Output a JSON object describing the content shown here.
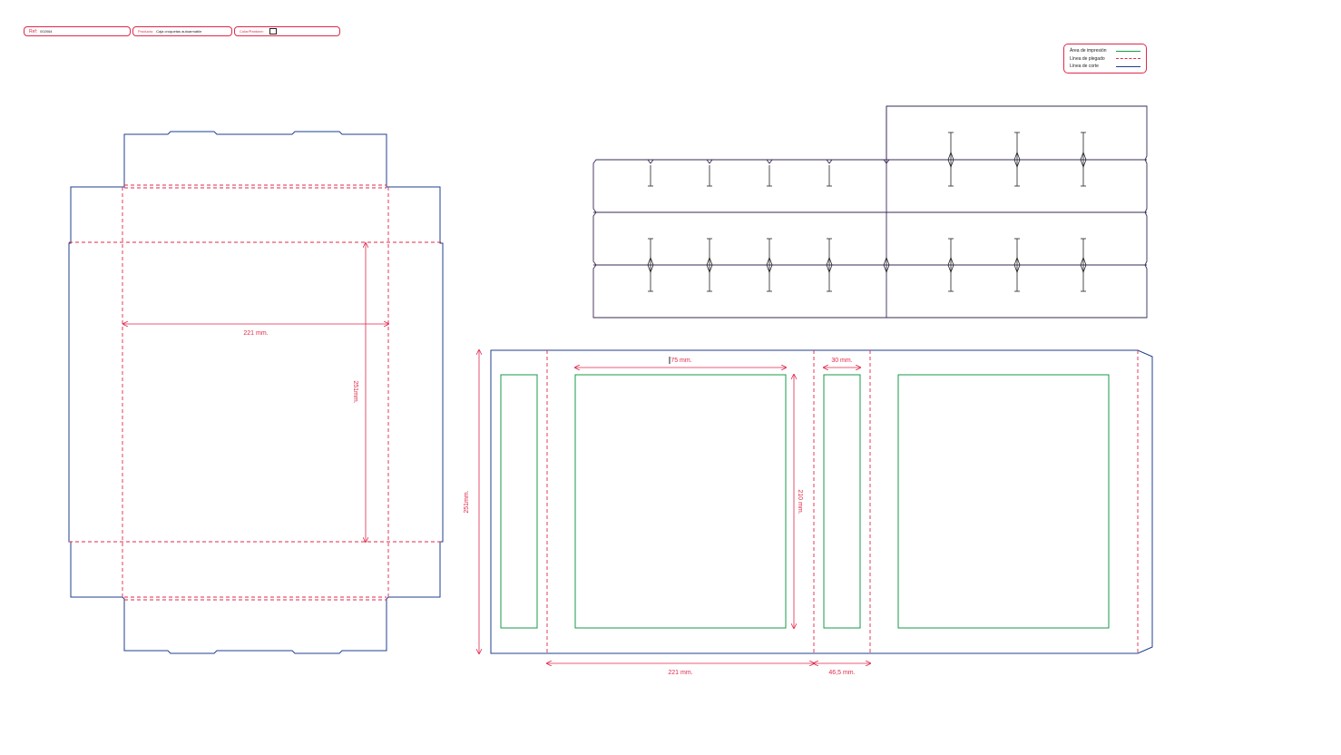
{
  "header": {
    "ref_label": "Ref:",
    "ref_value": "002064",
    "product_label": "Producto:",
    "product_value": "Caja croquetas autoarmable",
    "color_label": "Color/Pantone:"
  },
  "legend": {
    "items": [
      {
        "label": "Área de impresión",
        "color": "#1a9a4a",
        "style": "solid"
      },
      {
        "label": "Línea de plegado",
        "color": "#e0284a",
        "style": "dashed"
      },
      {
        "label": "Línea de corte",
        "color": "#1f3f8f",
        "style": "solid"
      }
    ]
  },
  "colors": {
    "cut": "#1f3f8f",
    "fold": "#e0284a",
    "print": "#1a9a4a",
    "divider": "#3b2a55",
    "slot": "#222222"
  },
  "dimensions": {
    "tray_width": "221 mm.",
    "tray_height": "251mm.",
    "sleeve_panel_width": "75 mm.",
    "sleeve_side_width": "30 mm.",
    "sleeve_print_height": "210 mm.",
    "sleeve_height": "251mm.",
    "sleeve_bottom_width": "221 mm.",
    "sleeve_flap_width": "46,5 mm."
  }
}
